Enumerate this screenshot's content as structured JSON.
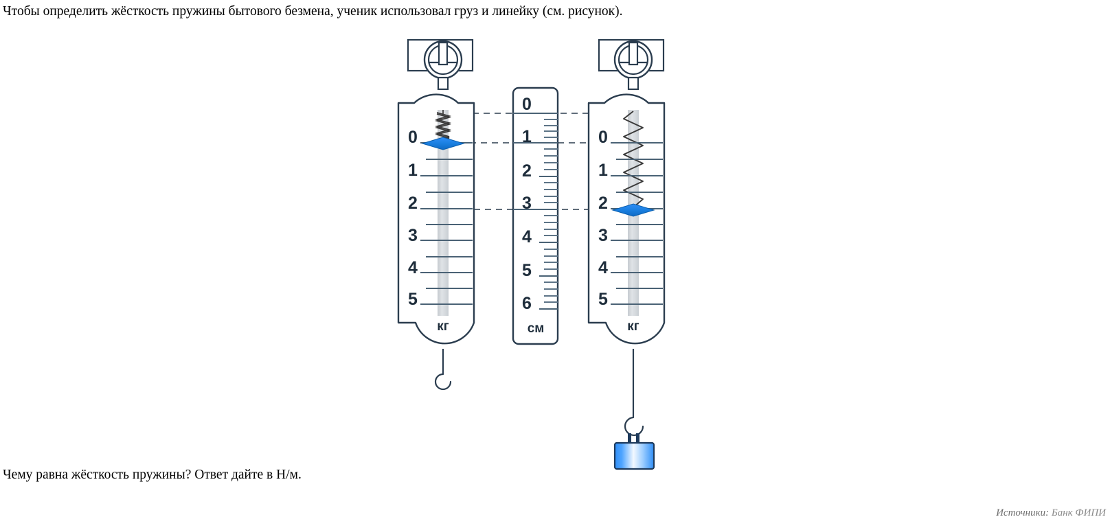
{
  "question": {
    "prompt": "Чтобы определить жёсткость пружины бытового безмена, ученик использовал груз и линейку (см. рисунок).",
    "ask": "Чему равна жёсткость пружины? Ответ дайте в Н/м."
  },
  "source": {
    "label": "Источники:",
    "value": "Банк ФИПИ"
  },
  "figure": {
    "left_scale": {
      "name": "dynamometer-unloaded",
      "unit_label": "кг",
      "ticks": [
        "0",
        "1",
        "2",
        "3",
        "4",
        "5"
      ],
      "pointer_value": "0",
      "spring_state": "compressed"
    },
    "ruler": {
      "name": "ruler-cm",
      "unit_label": "см",
      "ticks": [
        "0",
        "1",
        "2",
        "3",
        "4",
        "5",
        "6"
      ],
      "minor_divisions_per_unit": 5
    },
    "right_scale": {
      "name": "dynamometer-loaded",
      "unit_label": "кг",
      "ticks": [
        "0",
        "1",
        "2",
        "3",
        "4",
        "5"
      ],
      "pointer_value": "2",
      "spring_state": "stretched"
    },
    "weight": {
      "name": "hanging-weight"
    },
    "reference_lines": [
      {
        "name": "spring-top-reference",
        "ruler_value": "0"
      },
      {
        "name": "unloaded-pointer-reference",
        "ruler_value": "1"
      },
      {
        "name": "loaded-pointer-reference",
        "ruler_value": "3"
      }
    ]
  },
  "colors": {
    "outline": "#2b3d4f",
    "pointer": "#1a7fe0",
    "rod": "#d2d7db",
    "tick": "#4a6275",
    "weight_edge": "#1d3a5c",
    "weight_fill": "#3d9bff",
    "text": "#1e2d3b",
    "source_text": "#8a8a8a"
  }
}
